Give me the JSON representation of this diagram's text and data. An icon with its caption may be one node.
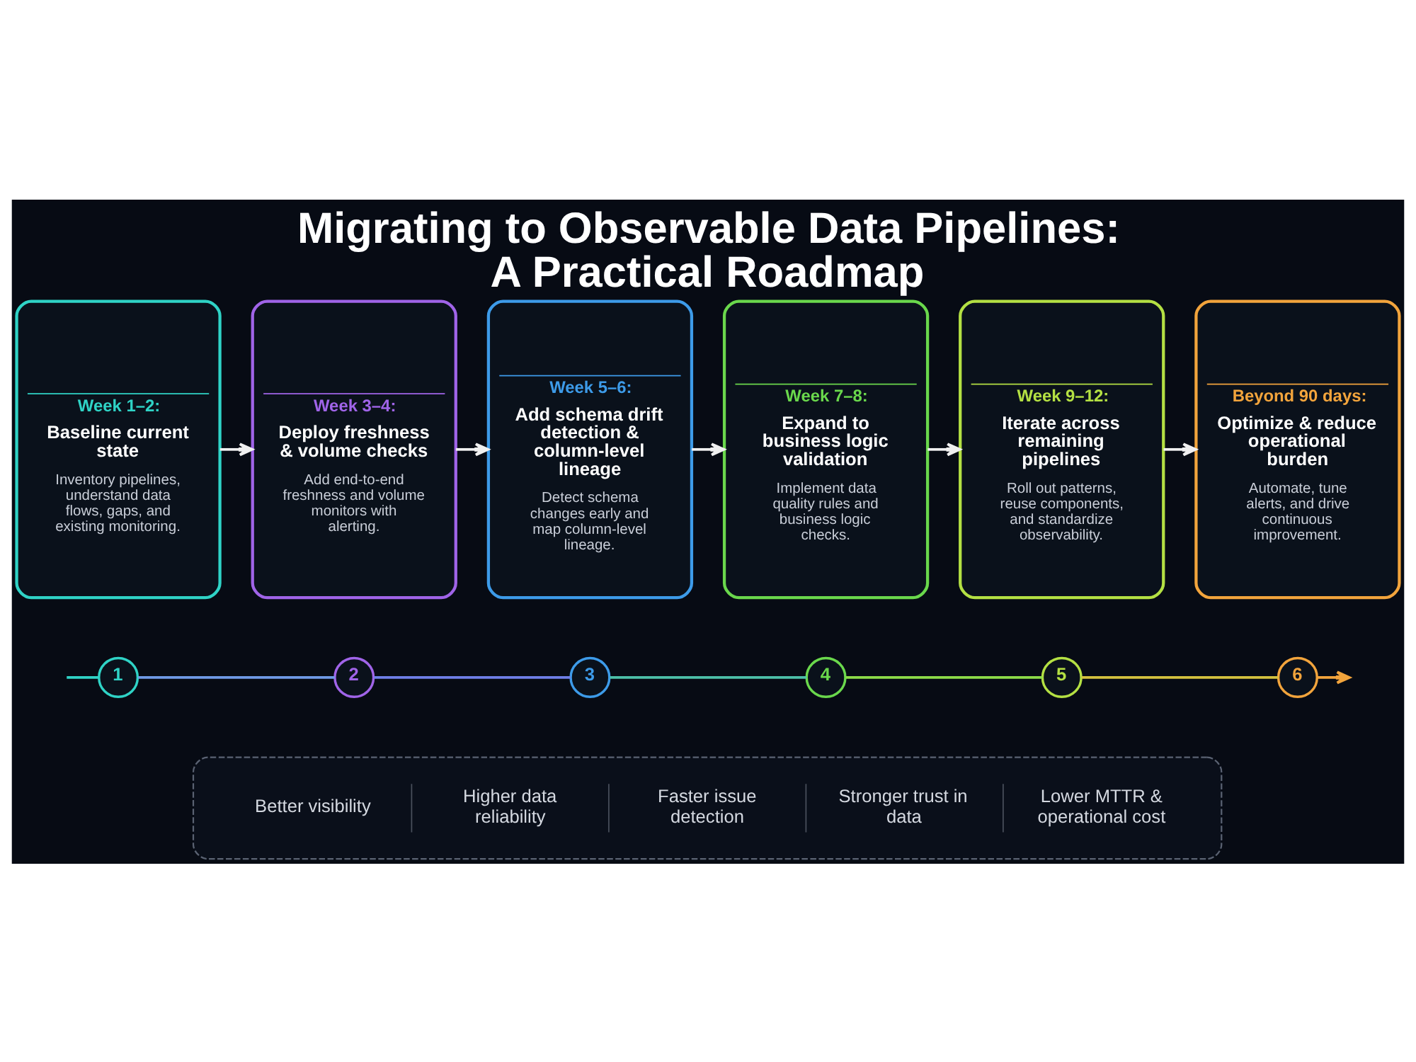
{
  "diagram": {
    "title": "Migrating to Observable Data Pipelines: A Practical Roadmap",
    "nodes": [
      {
        "text": [
          "Week 1–2:",
          "Baseline current state",
          "Inventory pipelines, understand data flows, gaps, and existing monitoring."
        ]
      },
      {
        "text": [
          "Week 3–4:",
          "Deploy freshness & volume checks",
          "Add end-to-end freshness and volume monitors with alerting."
        ]
      },
      {
        "text": [
          "Week 5–6:",
          "Add schema drift detection & column-level lineage",
          "Detect schema changes early and map column-level lineage."
        ]
      },
      {
        "text": [
          "Week 7–8:",
          "Expand to business logic validation",
          "Implement data quality rules and business logic checks."
        ]
      },
      {
        "text": [
          "Week 9–12:",
          "Iterate across remaining pipelines",
          "Roll out patterns, reuse components, and standardize observability."
        ]
      },
      {
        "text": [
          "Beyond 90 days:",
          "Optimize & reduce operational burden",
          "Automate, tune alerts, and drive continuous improvement."
        ]
      },
      {
        "text": [
          "1"
        ]
      },
      {
        "text": [
          "2"
        ]
      },
      {
        "text": [
          "3"
        ]
      },
      {
        "text": [
          "4"
        ]
      },
      {
        "text": [
          "5"
        ]
      },
      {
        "text": [
          "6"
        ]
      },
      {
        "text": [
          "Better visibility",
          "Higher data reliability",
          "Faster issue detection",
          "Stronger trust in data",
          "Lower MTTR & operational cost"
        ]
      }
    ],
    "edges": [
      {
        "from": 0,
        "to": 1,
        "arrow": "to",
        "color": "#f0f0f0"
      },
      {
        "from": 1,
        "to": 2,
        "arrow": "to",
        "color": "#f0f0f0"
      },
      {
        "from": 2,
        "to": 3,
        "arrow": "to",
        "color": "#f0f0f0"
      },
      {
        "from": 3,
        "to": 4,
        "arrow": "to",
        "color": "#f0f0f0"
      },
      {
        "from": 4,
        "to": 5,
        "arrow": "to",
        "color": "#f0f0f0"
      },
      {
        "from": null,
        "to": 6,
        "arrow": "none",
        "color": "#2fd3c6"
      },
      {
        "from": 6,
        "to": 7,
        "arrow": "none",
        "color": "#6f9ae6"
      },
      {
        "from": 7,
        "to": 8,
        "arrow": "none",
        "color": "#6f7fe8"
      },
      {
        "from": 8,
        "to": 9,
        "arrow": "none",
        "color": "#4cc0a8"
      },
      {
        "from": 9,
        "to": 10,
        "arrow": "none",
        "color": "#8ddc48"
      },
      {
        "from": 10,
        "to": 11,
        "arrow": "none",
        "color": "#d4c23e"
      },
      {
        "from": 11,
        "to": null,
        "arrow": "to",
        "color": "#f2a43c"
      }
    ]
  }
}
